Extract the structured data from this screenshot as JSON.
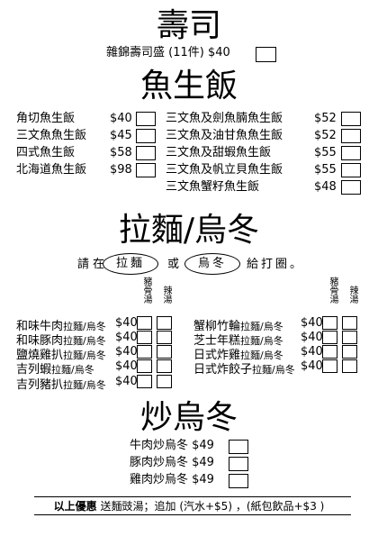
{
  "sushi": {
    "title": "壽司",
    "item": "雜錦壽司盛 (11件) $40"
  },
  "fish_rice": {
    "title": "魚生飯",
    "left_items": [
      {
        "name": "角切魚生飯",
        "price": "$40"
      },
      {
        "name": "三文魚魚生飯",
        "price": "$45"
      },
      {
        "name": "四式魚生飯",
        "price": "$58"
      },
      {
        "name": "北海道魚生飯",
        "price": "$98"
      }
    ],
    "right_items": [
      {
        "name": "三文魚及劍魚腩魚生飯",
        "price": "$52"
      },
      {
        "name": "三文魚及油甘魚魚生飯",
        "price": "$52"
      },
      {
        "name": "三文魚及甜蝦魚生飯",
        "price": "$55"
      },
      {
        "name": "三文魚及帆立貝魚生飯",
        "price": "$55"
      },
      {
        "name": "三文魚蟹籽魚生飯",
        "price": "$48"
      }
    ]
  },
  "noodles": {
    "title": "拉麵/烏冬",
    "instruction_before": "請在",
    "option_ramen": "拉麵",
    "instruction_or": "或",
    "option_udon": "烏冬",
    "instruction_after": "給打圈。",
    "col_pork": "豬骨湯",
    "col_spicy": "辣湯",
    "left_items": [
      {
        "name": "和味牛肉",
        "suffix": "拉麵/烏冬",
        "price": "$40"
      },
      {
        "name": "和味豚肉",
        "suffix": "拉麵/烏冬",
        "price": "$40"
      },
      {
        "name": "鹽燒雞扒",
        "suffix": "拉麵/烏冬",
        "price": "$40"
      },
      {
        "name": "吉列蝦",
        "suffix": "拉麵/烏冬",
        "price": "$40"
      },
      {
        "name": "吉列豬扒",
        "suffix": "拉麵/烏冬",
        "price": "$40"
      }
    ],
    "right_items": [
      {
        "name": "蟹柳竹輪",
        "suffix": "拉麵/烏冬",
        "price": "$40"
      },
      {
        "name": "芝士年糕",
        "suffix": "拉麵/烏冬",
        "price": "$40"
      },
      {
        "name": "日式炸雞",
        "suffix": "拉麵/烏冬",
        "price": "$40"
      },
      {
        "name": "日式炸餃子",
        "suffix": "拉麵/烏冬",
        "price": "$40"
      }
    ]
  },
  "fried_udon": {
    "title": "炒烏冬",
    "items": [
      "牛肉炒烏冬 $49",
      "豚肉炒烏冬 $49",
      "雞肉炒烏冬 $49"
    ]
  },
  "footer": {
    "lead": "以上優惠",
    "rest": "送麵豉湯；追加 (汽水+$5) ，(紙包飲品+$3 )"
  }
}
